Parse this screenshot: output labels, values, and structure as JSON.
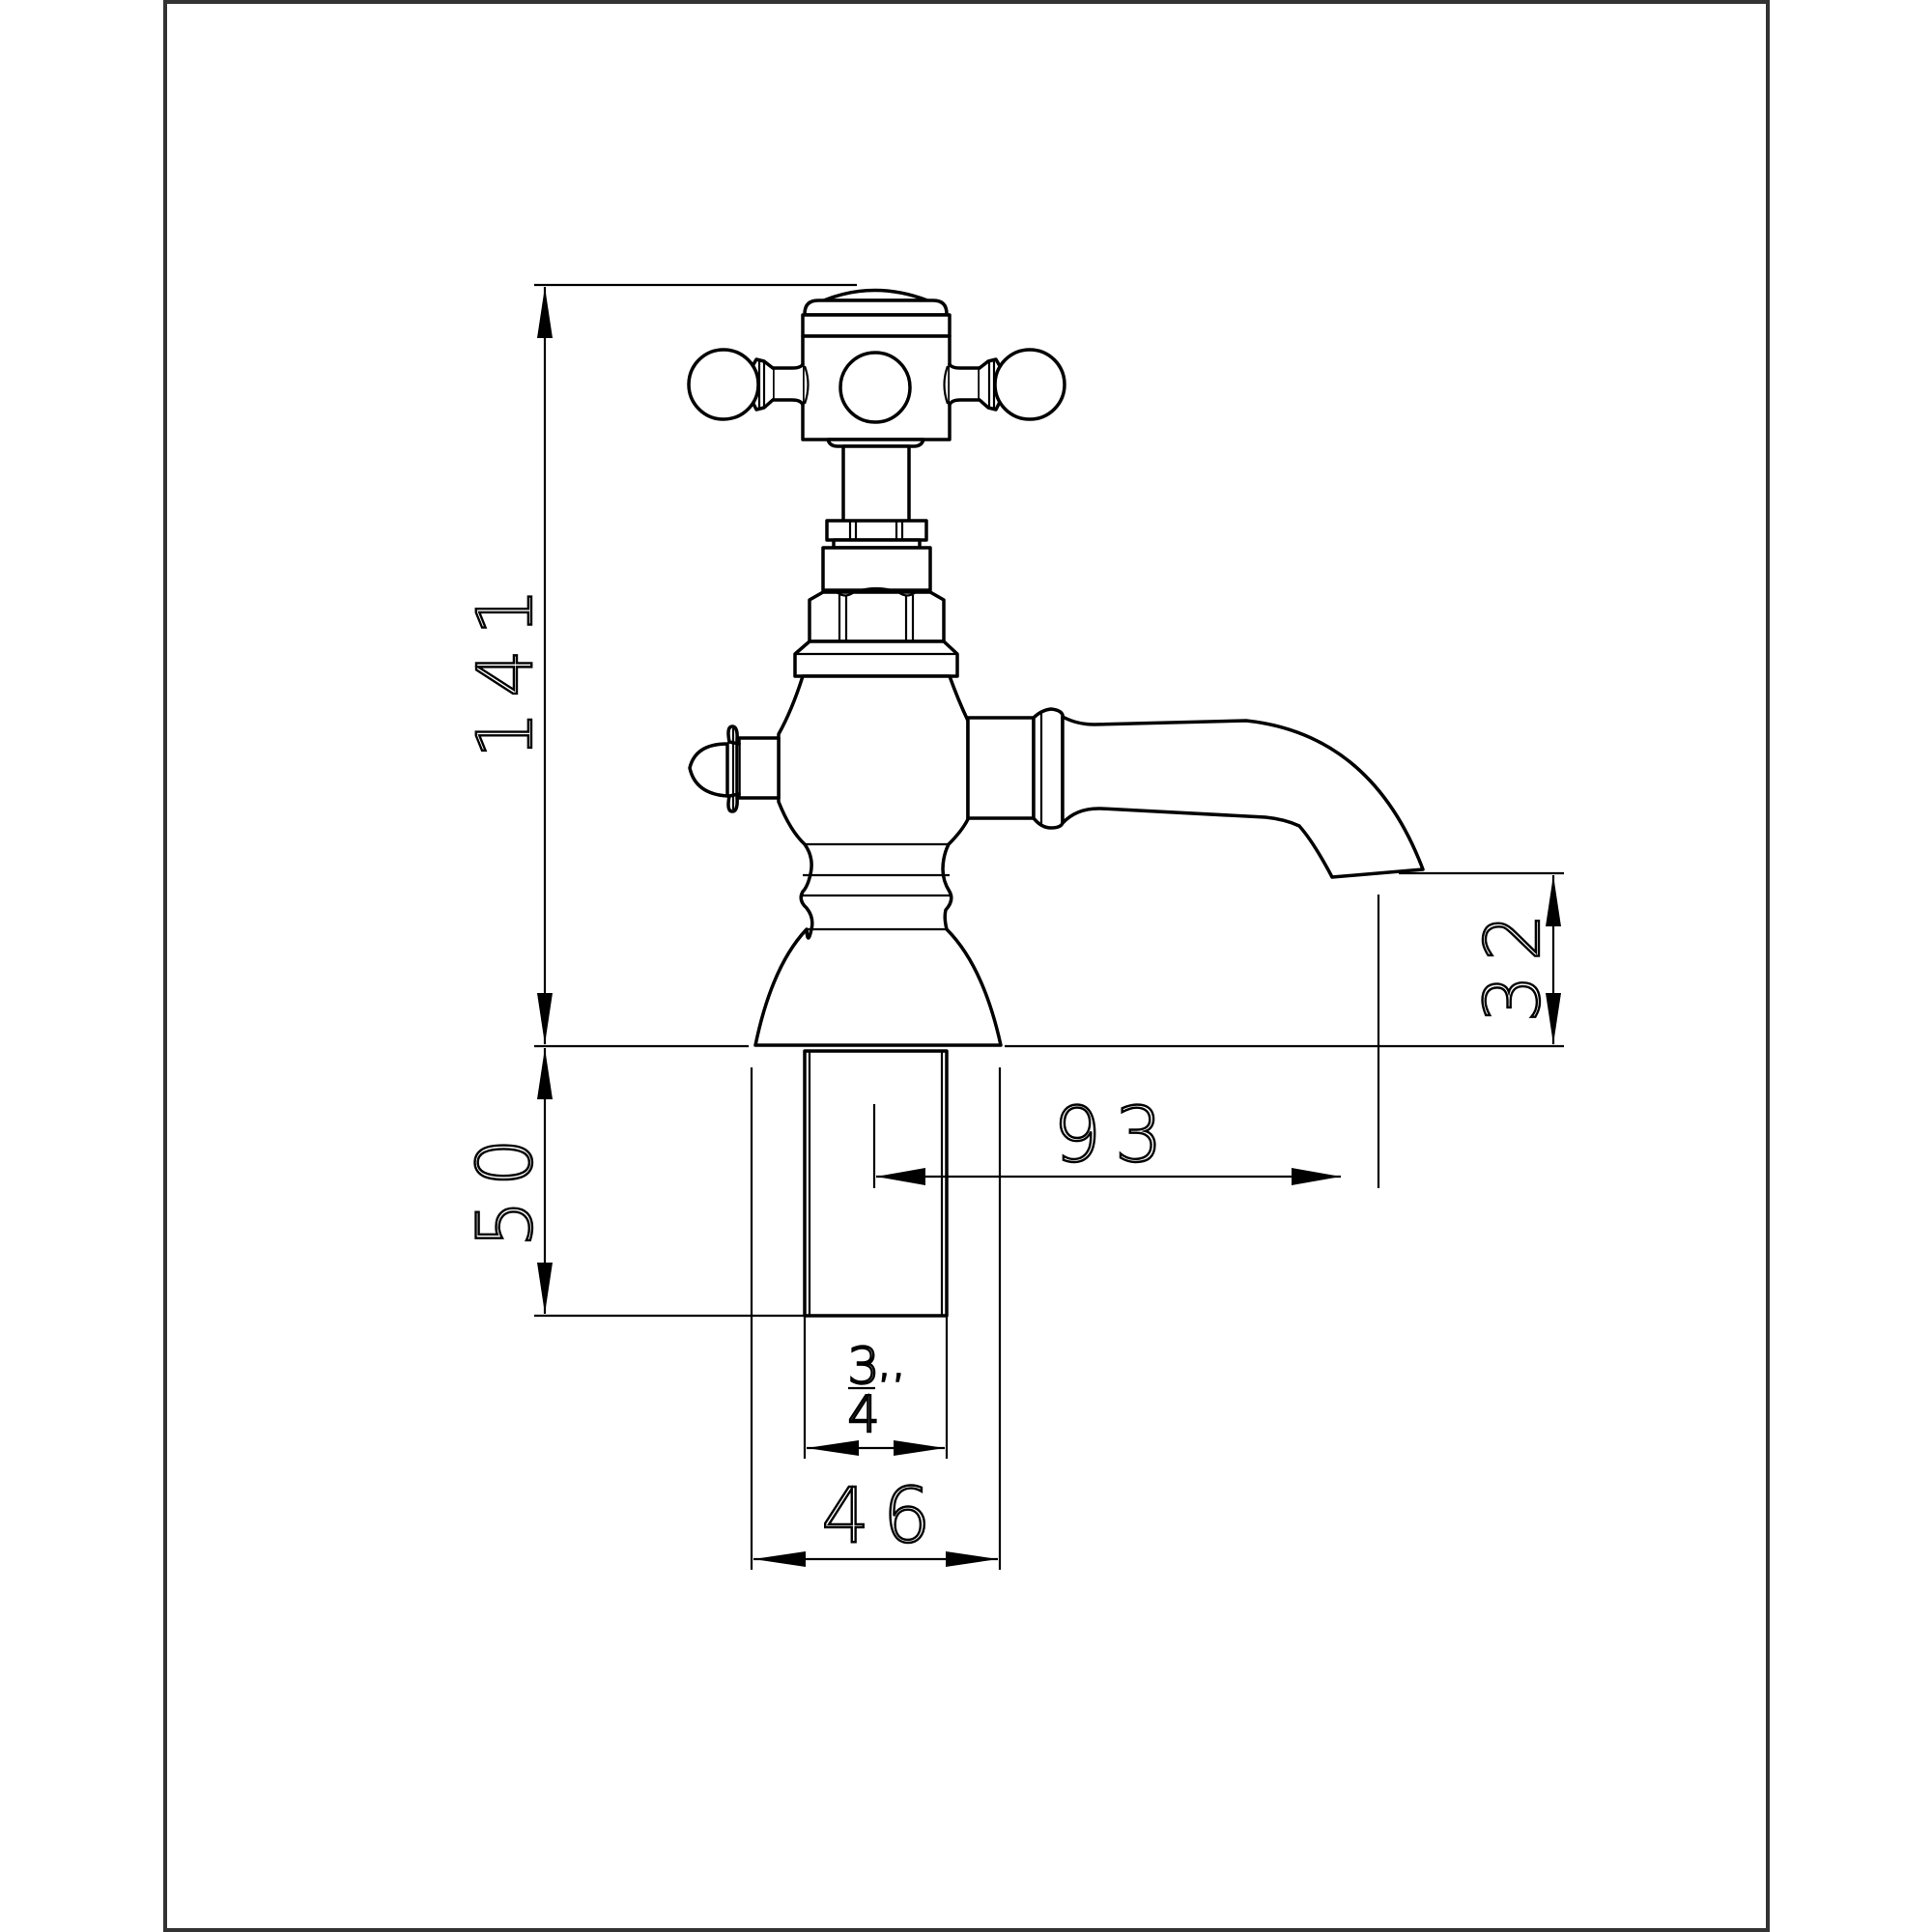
{
  "drawing": {
    "title": "Tap technical drawing",
    "units": "mm",
    "line_color": "#000000",
    "frame_color": "#333333",
    "background": "#ffffff"
  },
  "dimensions": {
    "overall_height": {
      "label": "141",
      "orientation": "vertical"
    },
    "spout_height": {
      "label": "32",
      "orientation": "vertical"
    },
    "spout_reach": {
      "label": "93",
      "orientation": "horizontal"
    },
    "tail_length": {
      "label": "50",
      "orientation": "vertical"
    },
    "thread_size": {
      "numerator": "3",
      "denominator": "4",
      "inch_mark": ",,",
      "orientation": "horizontal"
    },
    "base_diameter": {
      "label": "46",
      "orientation": "horizontal"
    }
  }
}
